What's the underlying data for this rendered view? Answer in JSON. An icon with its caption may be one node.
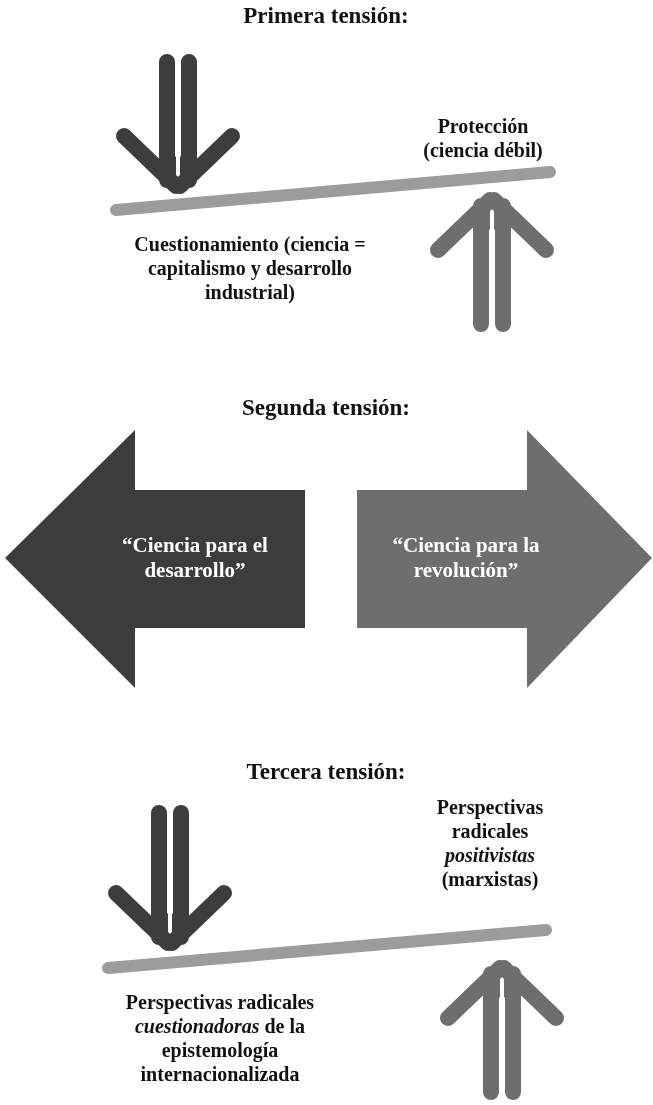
{
  "diagram": {
    "nodes": [
      {
        "text": [
          "“Ciencia para el desarrollo”"
        ]
      },
      {
        "text": [
          "“Ciencia para la revolución”"
        ]
      }
    ],
    "labels": [
      "Primera tensión:",
      "Protección (ciencia débil)",
      "Cuestionamiento (ciencia = capitalismo y desarrollo industrial)",
      "Segunda tensión:",
      "Tercera tensión:",
      "Perspectivas radicales *positivistas* (marxistas)",
      "Perspectivas radicales *cuestionadoras* de la epistemología internacionalizada"
    ]
  }
}
